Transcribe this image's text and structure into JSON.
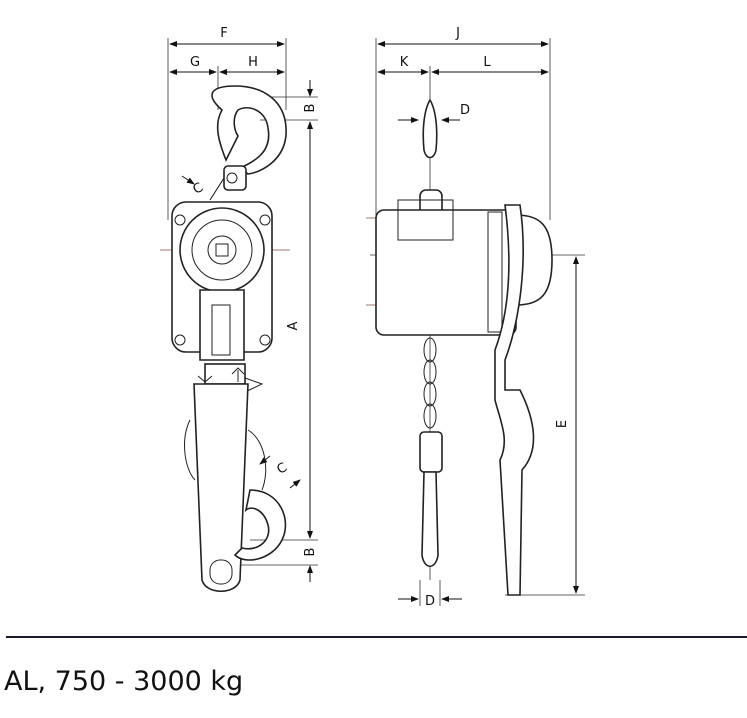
{
  "labels": {
    "front": {
      "F": "F",
      "G": "G",
      "H": "H",
      "B_top": "B",
      "C_top": "C",
      "A": "A",
      "C_bottom": "C",
      "B_bottom": "B"
    },
    "side": {
      "J": "J",
      "K": "K",
      "L": "L",
      "D_top": "D",
      "E": "E",
      "D_bottom": "D"
    }
  },
  "caption": "AL, 750 - 3000 kg"
}
